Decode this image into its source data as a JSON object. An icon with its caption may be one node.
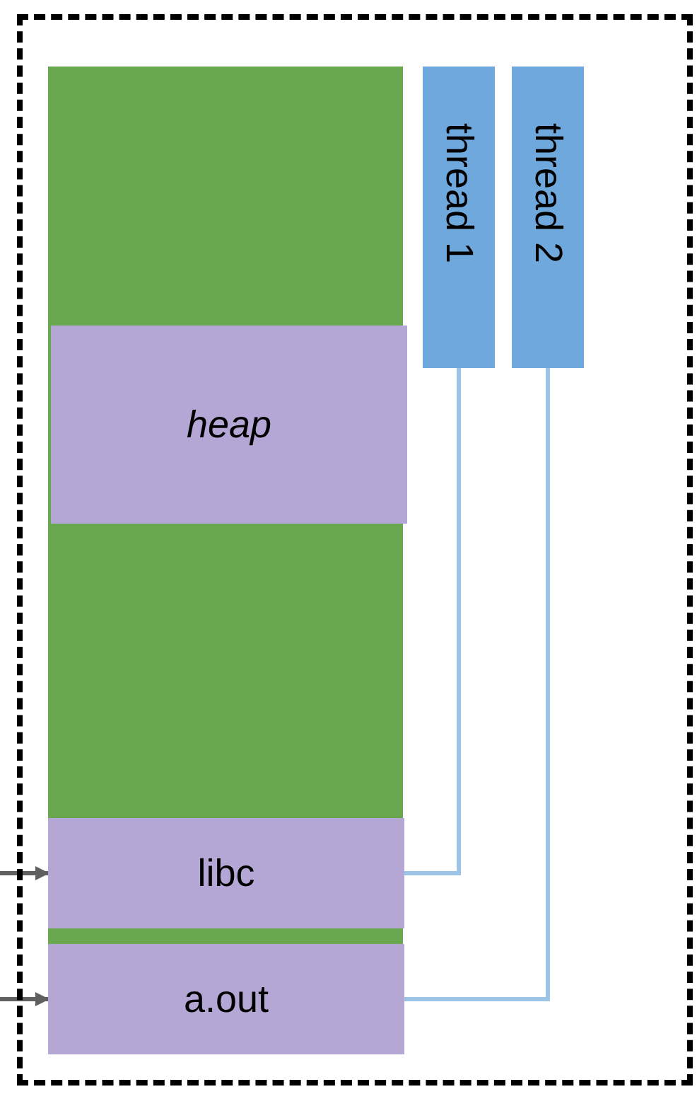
{
  "diagram": {
    "nodes": [
      {
        "text": [],
        "shape": "box"
      },
      {
        "text": [],
        "shape": "bar",
        "in": 0
      },
      {
        "text": [
          "heap"
        ],
        "in": 1
      },
      {
        "text": [
          "libc"
        ],
        "in": 1
      },
      {
        "text": [
          "a.out"
        ],
        "in": 1
      },
      {
        "text": [
          "thread 1"
        ],
        "in": 0
      },
      {
        "text": [
          "thread 2"
        ],
        "in": 0
      }
    ],
    "edges": [
      {
        "from": 5,
        "to": 3,
        "arrow": "none",
        "color": "#9dc3e6"
      },
      {
        "from": 6,
        "to": 4,
        "arrow": "none",
        "color": "#9dc3e6"
      },
      {
        "from": null,
        "to": 3,
        "arrow": "to",
        "color": "#606060"
      },
      {
        "from": null,
        "to": 4,
        "arrow": "to",
        "color": "#606060"
      }
    ]
  }
}
